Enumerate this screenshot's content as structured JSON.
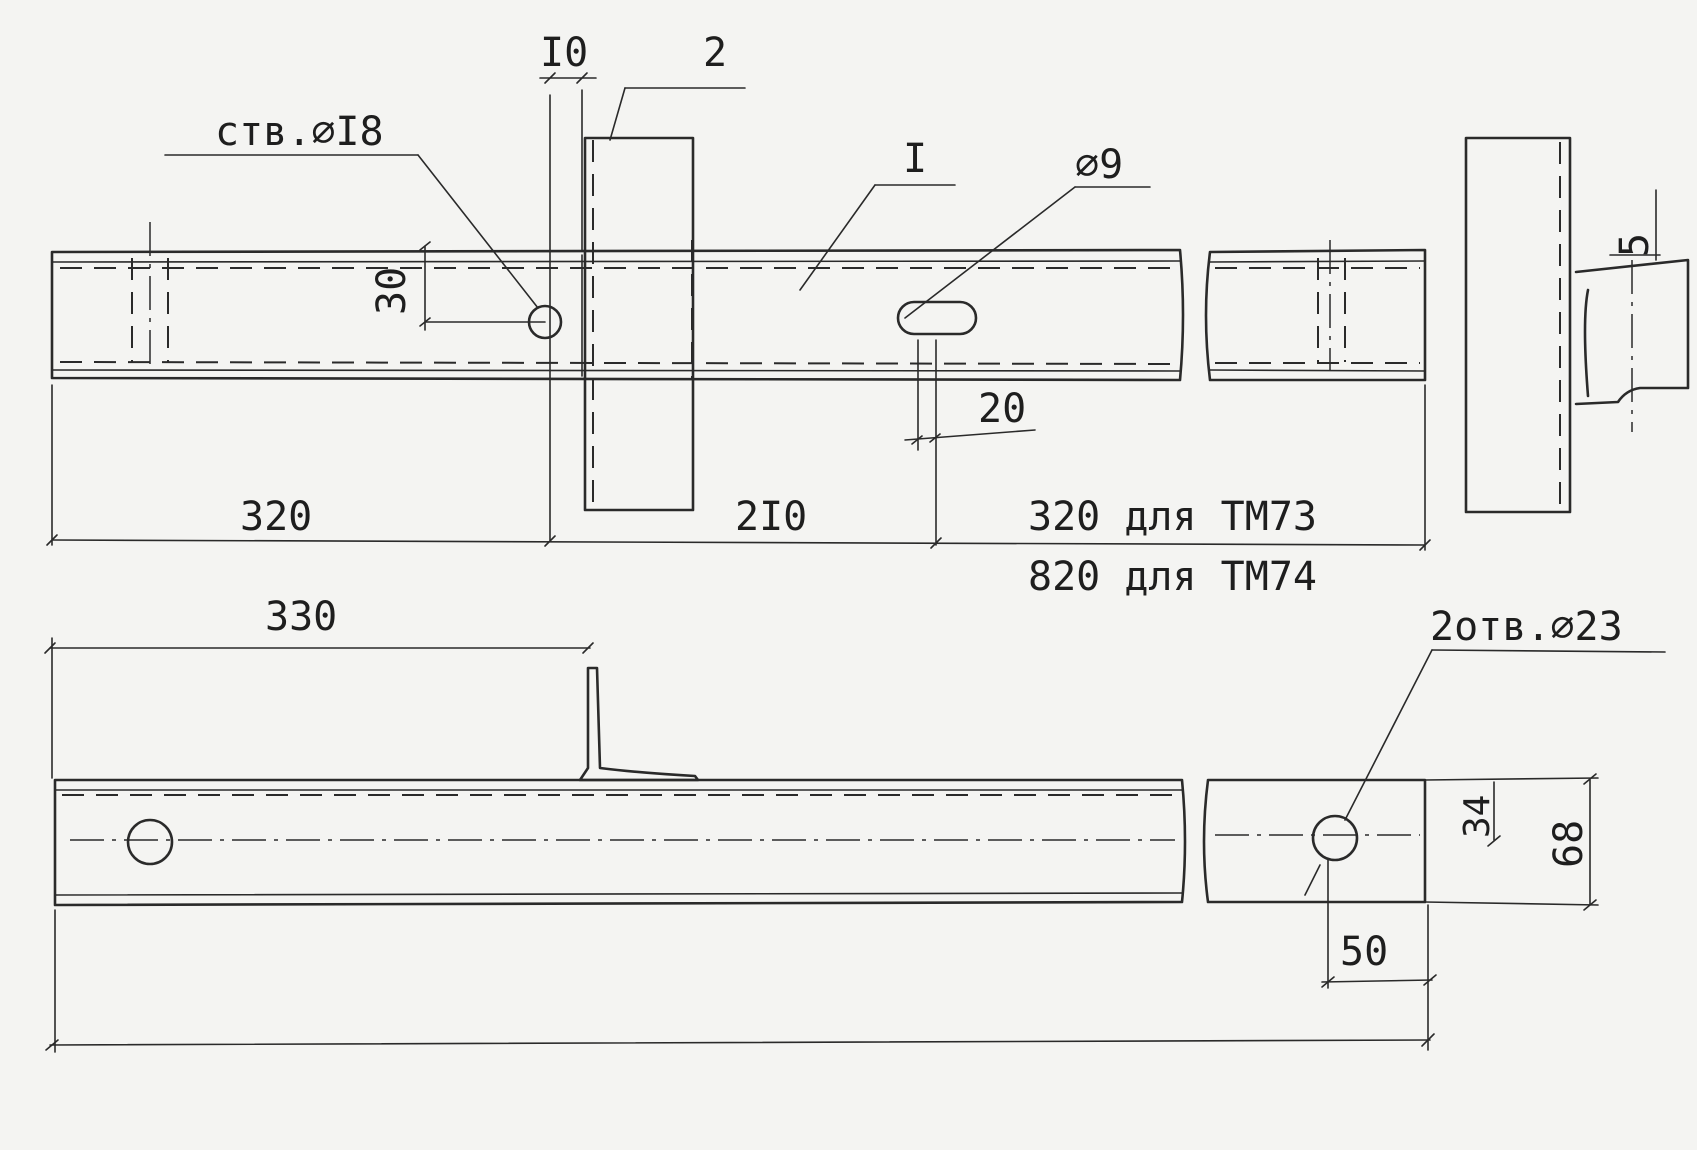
{
  "parts": {
    "item1": "I",
    "item2": "2"
  },
  "dimensions": {
    "d10": "I0",
    "d30": "30",
    "d20": "20",
    "d5": "5",
    "d320": "320",
    "d210": "2I0",
    "d320_tm73": "320 для ТМ73",
    "d820_tm74": "820 для ТМ74",
    "d330": "330",
    "d34": "34",
    "d68": "68",
    "d50": "50"
  },
  "callouts": {
    "hole18": "ств.⌀I8",
    "slot9": "⌀9",
    "holes23": "2отв.⌀23"
  }
}
